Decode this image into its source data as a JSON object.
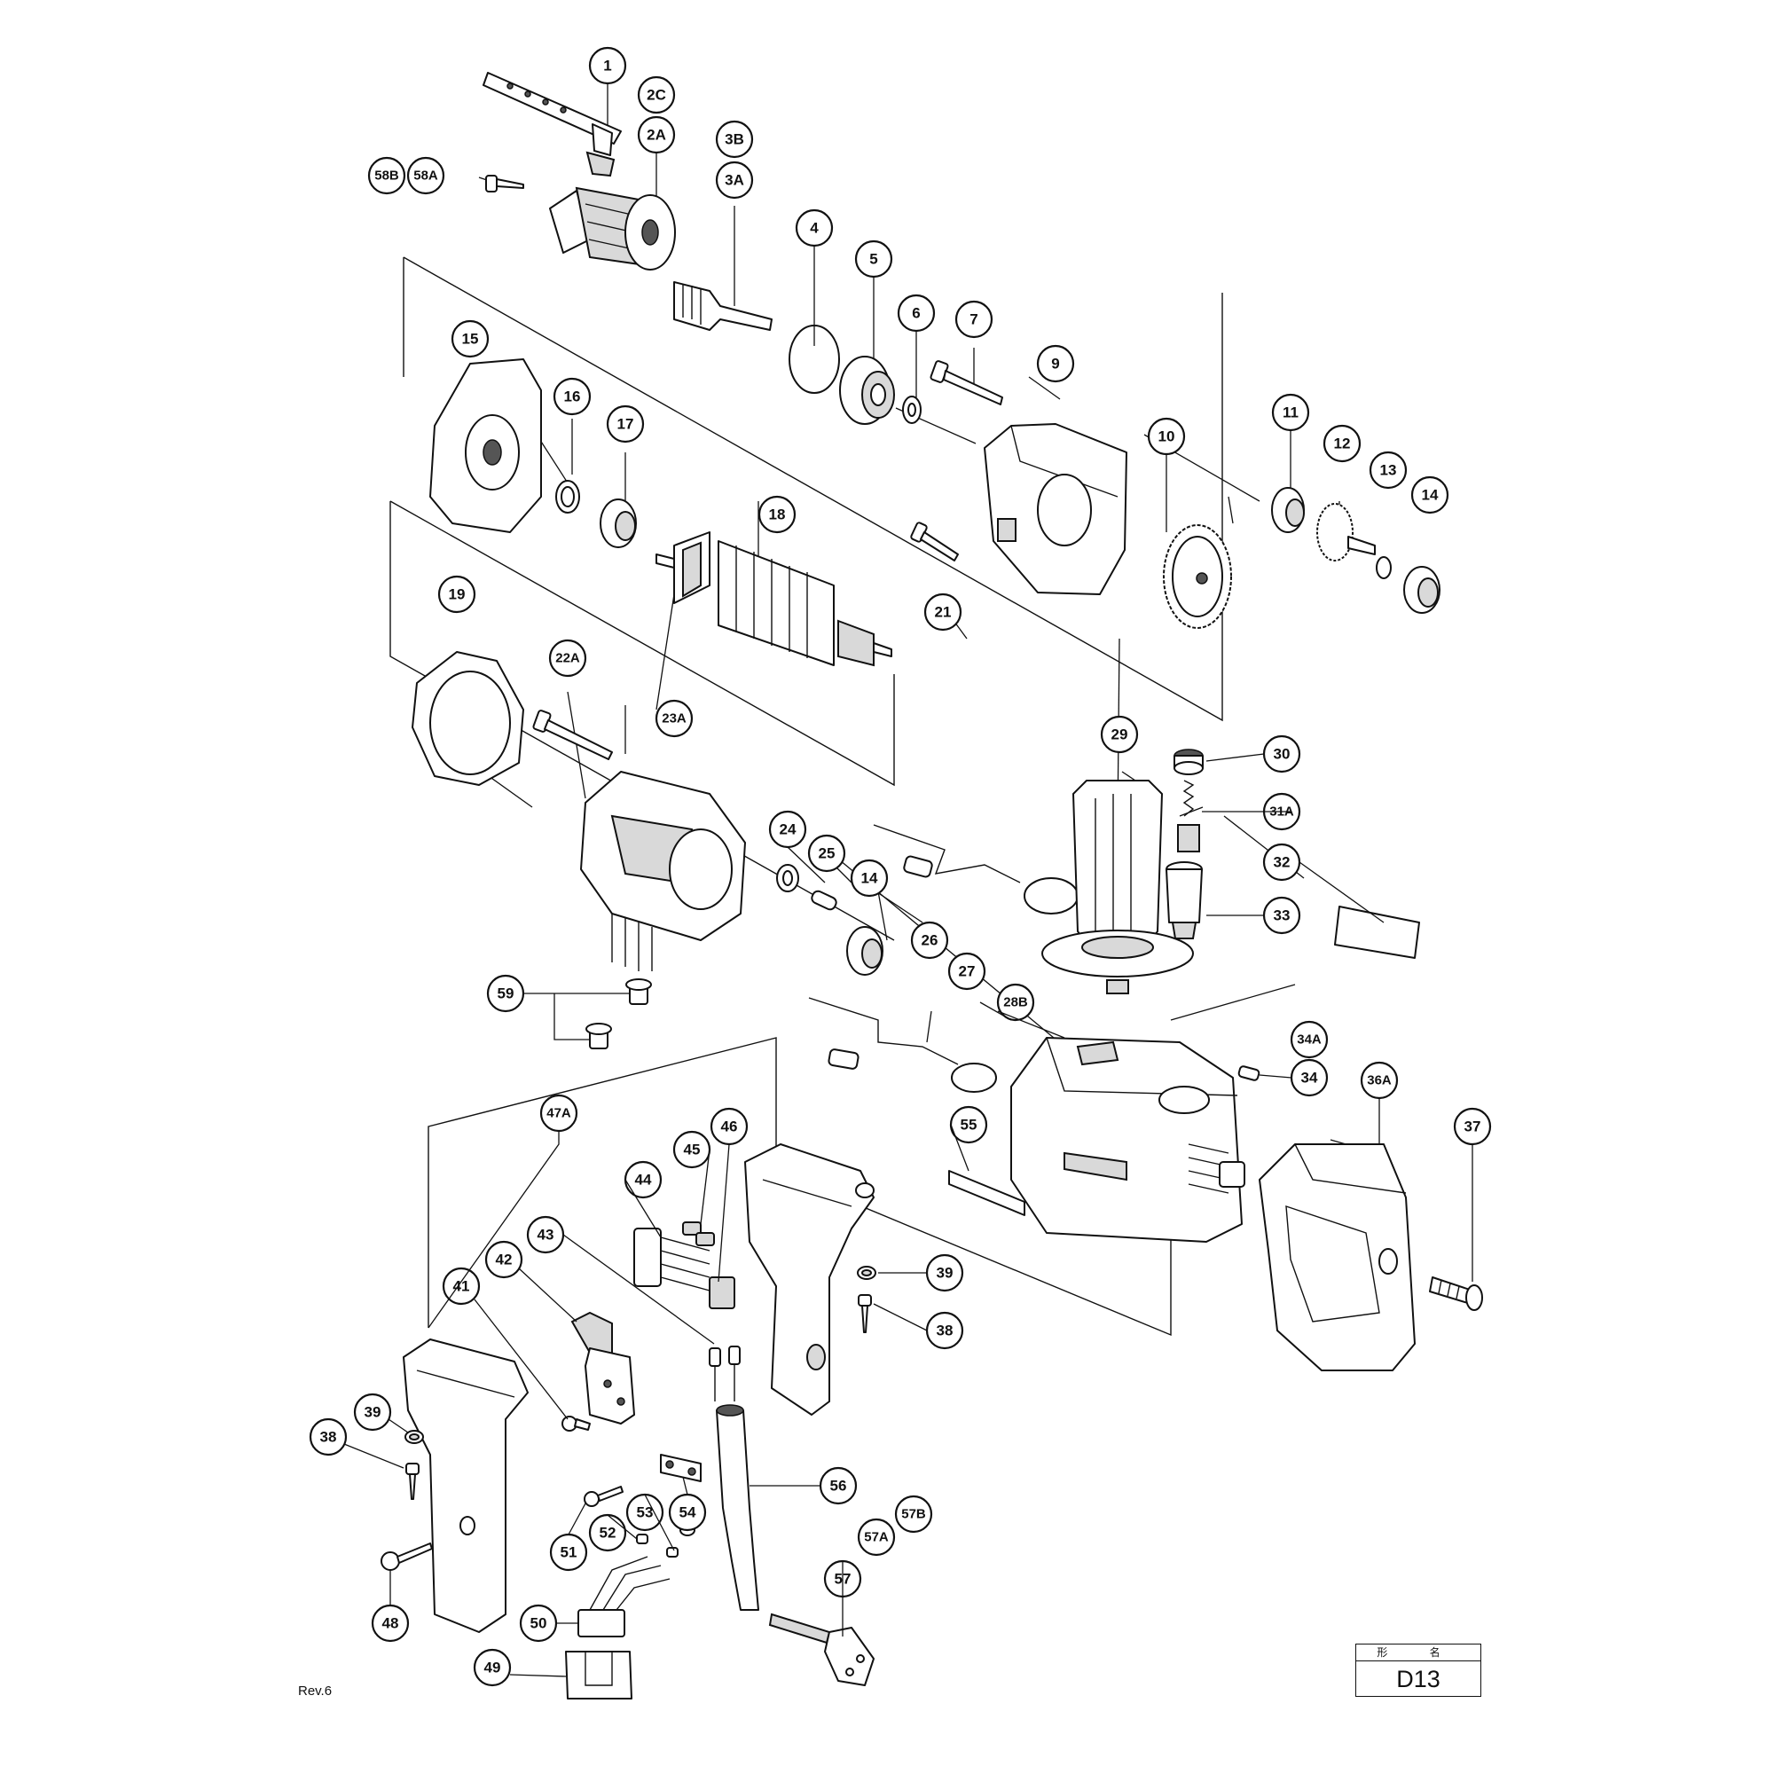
{
  "footer": {
    "revision": "Rev.6"
  },
  "title_block": {
    "header": "形 名",
    "model": "D13"
  },
  "callouts": [
    {
      "id": "c1",
      "label": "1"
    },
    {
      "id": "c2C",
      "label": "2C"
    },
    {
      "id": "c2A",
      "label": "2A"
    },
    {
      "id": "c3B",
      "label": "3B"
    },
    {
      "id": "c3A",
      "label": "3A"
    },
    {
      "id": "c58B",
      "label": "58B"
    },
    {
      "id": "c58A",
      "label": "58A"
    },
    {
      "id": "c4",
      "label": "4"
    },
    {
      "id": "c5",
      "label": "5"
    },
    {
      "id": "c6",
      "label": "6"
    },
    {
      "id": "c7",
      "label": "7"
    },
    {
      "id": "c9",
      "label": "9"
    },
    {
      "id": "c15",
      "label": "15"
    },
    {
      "id": "c16",
      "label": "16"
    },
    {
      "id": "c17",
      "label": "17"
    },
    {
      "id": "c18",
      "label": "18"
    },
    {
      "id": "c10",
      "label": "10"
    },
    {
      "id": "c11",
      "label": "11"
    },
    {
      "id": "c12",
      "label": "12"
    },
    {
      "id": "c13",
      "label": "13"
    },
    {
      "id": "c14a",
      "label": "14"
    },
    {
      "id": "c21",
      "label": "21"
    },
    {
      "id": "c19",
      "label": "19"
    },
    {
      "id": "c22A",
      "label": "22A"
    },
    {
      "id": "c23A",
      "label": "23A"
    },
    {
      "id": "c29",
      "label": "29"
    },
    {
      "id": "c30",
      "label": "30"
    },
    {
      "id": "c31A",
      "label": "31A"
    },
    {
      "id": "c32",
      "label": "32"
    },
    {
      "id": "c33",
      "label": "33"
    },
    {
      "id": "c24",
      "label": "24"
    },
    {
      "id": "c25",
      "label": "25"
    },
    {
      "id": "c14b",
      "label": "14"
    },
    {
      "id": "c26",
      "label": "26"
    },
    {
      "id": "c27",
      "label": "27"
    },
    {
      "id": "c28B",
      "label": "28B"
    },
    {
      "id": "c59",
      "label": "59"
    },
    {
      "id": "c34A",
      "label": "34A"
    },
    {
      "id": "c34",
      "label": "34"
    },
    {
      "id": "c36A",
      "label": "36A"
    },
    {
      "id": "c37",
      "label": "37"
    },
    {
      "id": "c47A",
      "label": "47A"
    },
    {
      "id": "c55",
      "label": "55"
    },
    {
      "id": "c45",
      "label": "45"
    },
    {
      "id": "c46",
      "label": "46"
    },
    {
      "id": "c44",
      "label": "44"
    },
    {
      "id": "c43",
      "label": "43"
    },
    {
      "id": "c42",
      "label": "42"
    },
    {
      "id": "c41",
      "label": "41"
    },
    {
      "id": "c39a",
      "label": "39"
    },
    {
      "id": "c38a",
      "label": "38"
    },
    {
      "id": "c39b",
      "label": "39"
    },
    {
      "id": "c38b",
      "label": "38"
    },
    {
      "id": "c56",
      "label": "56"
    },
    {
      "id": "c51",
      "label": "51"
    },
    {
      "id": "c52",
      "label": "52"
    },
    {
      "id": "c53",
      "label": "53"
    },
    {
      "id": "c54",
      "label": "54"
    },
    {
      "id": "c57A",
      "label": "57A"
    },
    {
      "id": "c57B",
      "label": "57B"
    },
    {
      "id": "c57",
      "label": "57"
    },
    {
      "id": "c50",
      "label": "50"
    },
    {
      "id": "c48",
      "label": "48"
    },
    {
      "id": "c49",
      "label": "49"
    }
  ]
}
